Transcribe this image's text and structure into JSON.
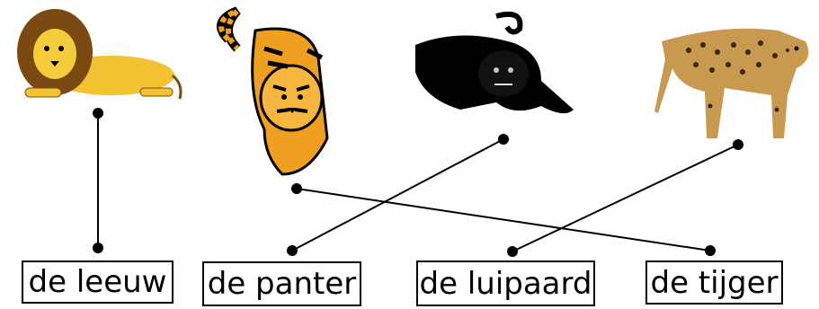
{
  "labels": {
    "lion": "de leeuw",
    "panther": "de panter",
    "leopard": "de luipaard",
    "tiger": "de tijger"
  },
  "animals": [
    "lion-icon",
    "tiger-icon",
    "panther-icon",
    "leopard-icon"
  ],
  "colors": {
    "lion": "#f2c230",
    "tiger": "#f0a020",
    "panther": "#000000",
    "leopard": "#c89a50",
    "line": "#000000"
  }
}
